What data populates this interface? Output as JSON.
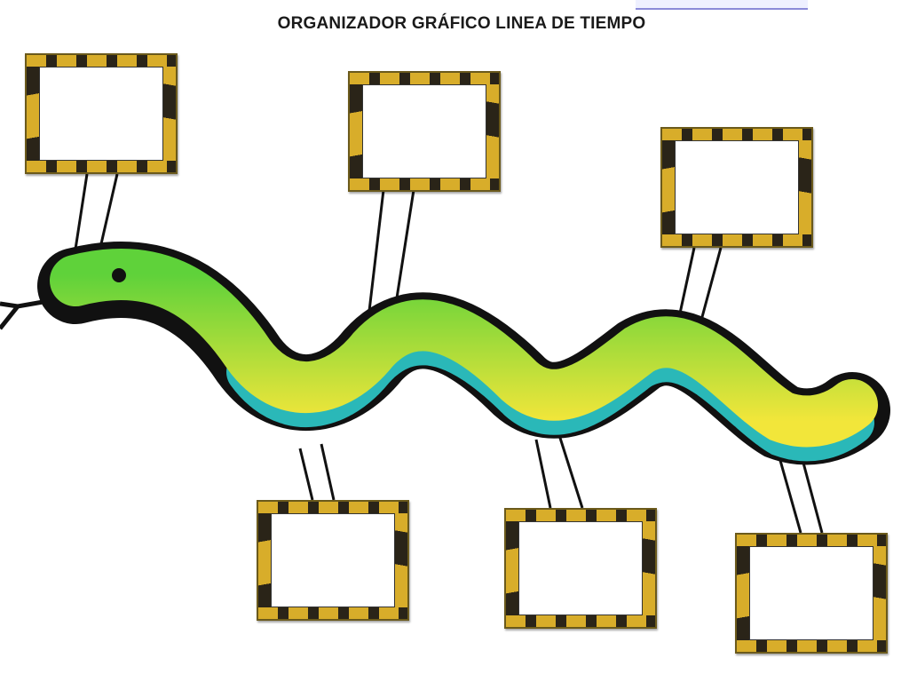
{
  "title": "ORGANIZADOR GRÁFICO LINEA DE TIEMPO",
  "frames": [
    {
      "id": 1,
      "content": ""
    },
    {
      "id": 2,
      "content": ""
    },
    {
      "id": 3,
      "content": ""
    },
    {
      "id": 4,
      "content": ""
    },
    {
      "id": 5,
      "content": ""
    },
    {
      "id": 6,
      "content": ""
    }
  ],
  "colors": {
    "frame_gold": "#d8ad2a",
    "frame_stripe": "#2a2418",
    "snake_green": "#6fd13a",
    "snake_yellow": "#f0e43a",
    "belly_teal": "#2ec4c4"
  }
}
